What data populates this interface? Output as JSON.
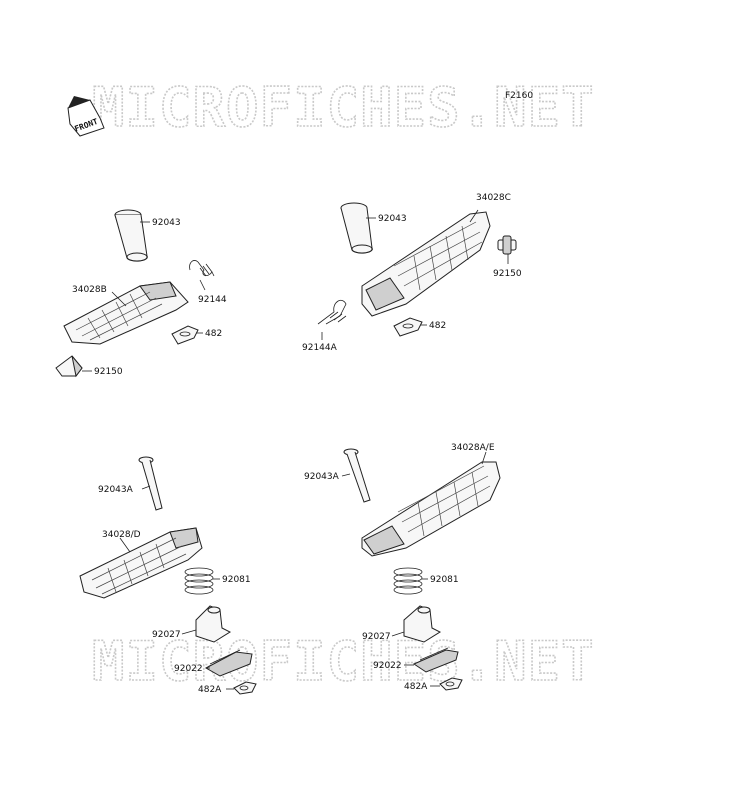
{
  "diagram_code": "F2160",
  "front_marker": "FRONT",
  "watermark": "MICROFICHES.NET",
  "labels": {
    "tl_92043": "92043",
    "tl_92144": "92144",
    "tl_34028B": "34028B",
    "tl_482": "482",
    "tl_92150": "92150",
    "tr_34028C": "34028C",
    "tr_92043": "92043",
    "tr_92150": "92150",
    "tr_92144A": "92144A",
    "tr_482": "482",
    "bl_92043A": "92043A",
    "bl_34028D": "34028/D",
    "bl_92081": "92081",
    "bl_92027": "92027",
    "bl_92022": "92022",
    "bl_482A": "482A",
    "br_92043A": "92043A",
    "br_34028AE": "34028A/E",
    "br_92081": "92081",
    "br_92027": "92027",
    "br_92022": "92022",
    "br_482A": "482A"
  }
}
